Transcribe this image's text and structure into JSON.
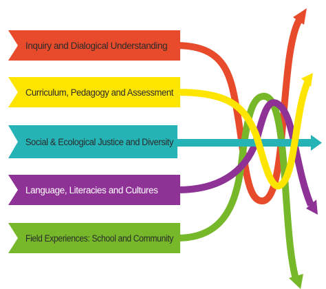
{
  "colors": {
    "red": "#e84b2b",
    "yellow": "#fde500",
    "teal": "#25b3b6",
    "purple": "#8e3296",
    "green": "#76b82a",
    "text_dark": "#2b2b2b",
    "text_light": "#ffffff"
  },
  "bands": [
    {
      "id": "inquiry",
      "label": "Inquiry and Dialogical Understanding",
      "color_key": "red"
    },
    {
      "id": "curriculum",
      "label": "Curriculum, Pedagogy and Assessment",
      "color_key": "yellow"
    },
    {
      "id": "justice",
      "label": "Social & Ecological Justice and Diversity",
      "color_key": "teal"
    },
    {
      "id": "language",
      "label": "Language, Literacies and Cultures",
      "color_key": "purple"
    },
    {
      "id": "field",
      "label": "Field Experiences: School and Community",
      "color_key": "green"
    }
  ]
}
